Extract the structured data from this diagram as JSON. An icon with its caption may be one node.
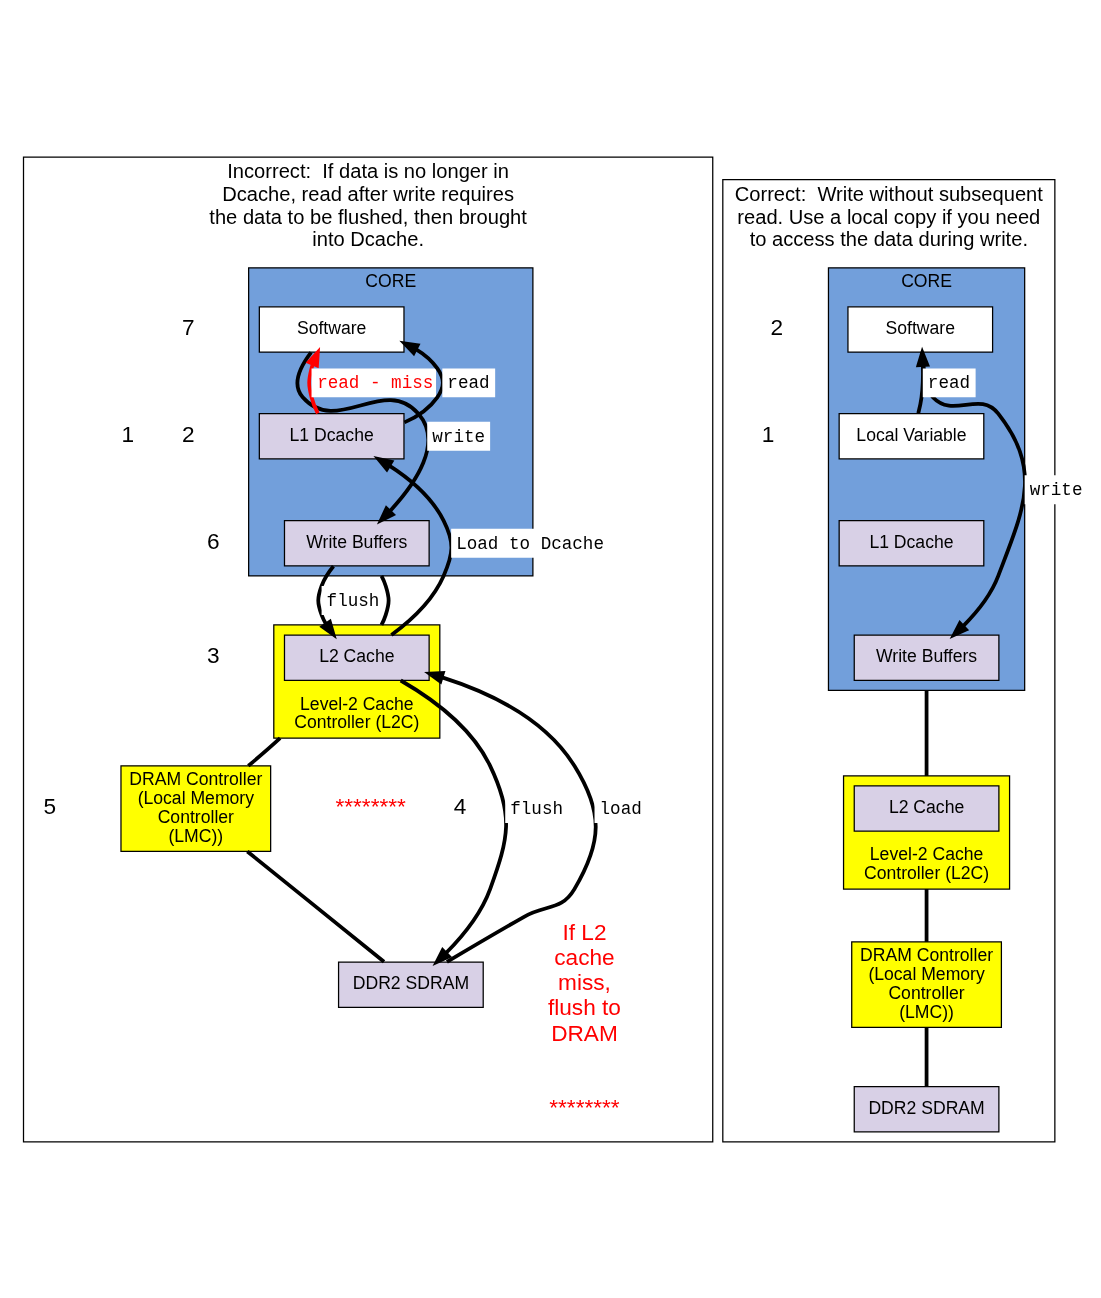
{
  "diagram": {
    "nodes": [
      {
        "text": [
          "Incorrect:  If data is no longer in Dcache, read after write requires the data to be flushed, then brought into Dcache."
        ]
      },
      {
        "text": [
          "CORE"
        ],
        "in": 0
      },
      {
        "text": [
          "Software"
        ],
        "in": 1
      },
      {
        "text": [
          "L1 Dcache"
        ],
        "in": 1
      },
      {
        "text": [
          "Write Buffers"
        ],
        "in": 1
      },
      {
        "text": [
          "Level-2 Cache Controller (L2C)"
        ],
        "in": 0
      },
      {
        "text": [
          "L2 Cache"
        ],
        "in": 5
      },
      {
        "text": [
          "DRAM Controller (Local Memory Controller (LMC))"
        ],
        "in": 0
      },
      {
        "text": [
          "DDR2 SDRAM"
        ],
        "in": 0
      },
      {
        "text": [
          "Correct:  Write without subsequent read. Use a local copy if you need to access the data during write."
        ]
      },
      {
        "text": [
          "CORE"
        ],
        "in": 9
      },
      {
        "text": [
          "Software"
        ],
        "in": 10
      },
      {
        "text": [
          "Local Variable"
        ],
        "in": 10
      },
      {
        "text": [
          "L1 Dcache"
        ],
        "in": 10
      },
      {
        "text": [
          "Write Buffers"
        ],
        "in": 10
      },
      {
        "text": [
          "Level-2 Cache Controller (L2C)"
        ],
        "in": 9
      },
      {
        "text": [
          "L2 Cache"
        ],
        "in": 15
      },
      {
        "text": [
          "DRAM Controller (Local Memory Controller (LMC))"
        ],
        "in": 9
      },
      {
        "text": [
          "DDR2 SDRAM"
        ],
        "in": 9
      }
    ],
    "edges": [
      {
        "from": 2,
        "to": 4,
        "arrow": "to",
        "label": "write"
      },
      {
        "from": 3,
        "to": 2,
        "arrow": "to",
        "label": "read - miss",
        "color": "#ff0000"
      },
      {
        "from": 4,
        "to": 6,
        "arrow": "to",
        "label": "flush"
      },
      {
        "from": 6,
        "to": 8,
        "arrow": "to",
        "label": "flush"
      },
      {
        "from": 8,
        "to": 6,
        "arrow": "to",
        "label": "load"
      },
      {
        "from": 6,
        "to": 3,
        "arrow": "to",
        "label": "Load to Dcache"
      },
      {
        "from": 3,
        "to": 2,
        "arrow": "to",
        "label": "read"
      },
      {
        "from": 1,
        "to": 5,
        "arrow": "none"
      },
      {
        "from": 5,
        "to": 7,
        "arrow": "none"
      },
      {
        "from": 7,
        "to": 8,
        "arrow": "none"
      },
      {
        "from": 11,
        "to": 14,
        "arrow": "to",
        "label": "write"
      },
      {
        "from": 12,
        "to": 11,
        "arrow": "to",
        "label": "read"
      },
      {
        "from": 10,
        "to": 15,
        "arrow": "none"
      },
      {
        "from": 15,
        "to": 17,
        "arrow": "none"
      },
      {
        "from": 17,
        "to": 18,
        "arrow": "none"
      }
    ],
    "labels": [
      "7",
      "2",
      "1",
      "6",
      "3",
      "5",
      "4",
      "********",
      "If L2 cache miss, flush to DRAM",
      "********",
      "2",
      "1"
    ]
  }
}
